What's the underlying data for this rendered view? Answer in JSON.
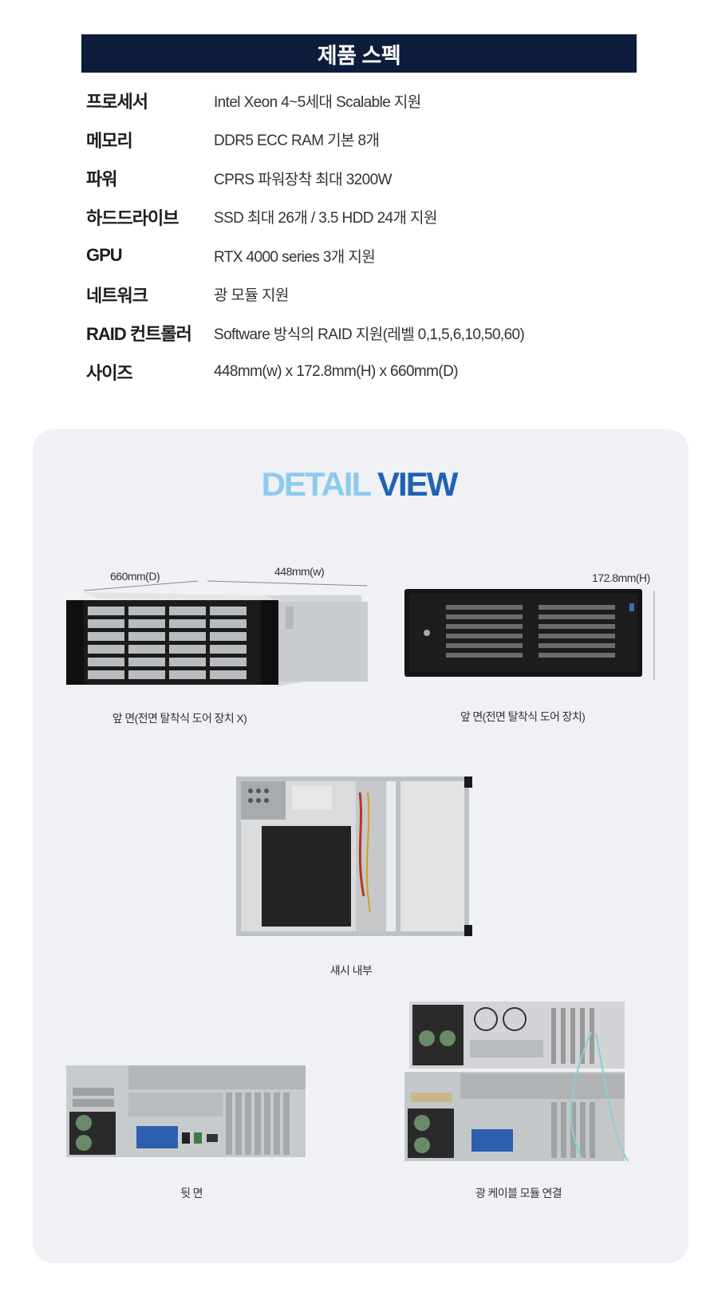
{
  "spec": {
    "title": "제품 스펙",
    "rows": [
      {
        "label": "프로세서",
        "value": "Intel Xeon 4~5세대 Scalable 지원"
      },
      {
        "label": "메모리",
        "value": "DDR5 ECC RAM 기본 8개"
      },
      {
        "label": "파워",
        "value": "CPRS 파워장착 최대 3200W"
      },
      {
        "label": "하드드라이브",
        "value": "SSD 최대 26개 / 3.5 HDD 24개 지원"
      },
      {
        "label": "GPU",
        "value": "RTX 4000 series 3개 지원"
      },
      {
        "label": "네트워크",
        "value": "광 모듈 지원"
      },
      {
        "label": "RAID 컨트롤러",
        "value": "Software 방식의 RAID 지원(레벨 0,1,5,6,10,50,60)"
      },
      {
        "label": "사이즈",
        "value": "448mm(w) x 172.8mm(H) x 660mm(D)"
      }
    ]
  },
  "detail": {
    "title_part1": "DETAIL",
    "title_part2": " VIEW",
    "dim_depth": "660mm(D)",
    "dim_width": "448mm(w)",
    "dim_height": "172.8mm(H)",
    "caption_front_nodoor": "앞 면(전면 탈착식 도어 장치 X)",
    "caption_front_door": "앞 면(전면 탈착식 도어 장치)",
    "caption_interior": "섀시 내부",
    "caption_rear": "뒷 면",
    "caption_optical": "광 케이블 모듈 연결"
  },
  "colors": {
    "header_bg": "#0c1c3a",
    "title_light": "#8ccbf0",
    "title_dark": "#1f62b4",
    "panel_bg": "#eff1f4"
  }
}
